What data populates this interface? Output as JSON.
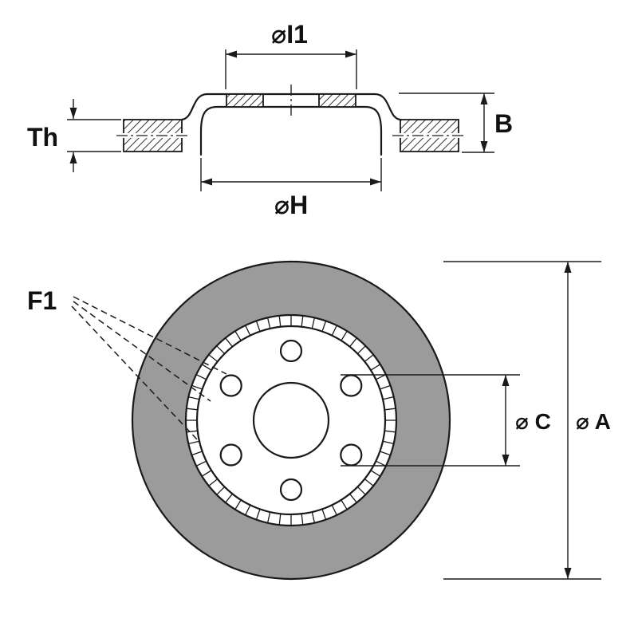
{
  "figure": {
    "type": "technical-drawing",
    "subject": "brake-disc",
    "colors": {
      "line": "#1a1a1a",
      "disc_fill": "#9b9b9b",
      "background": "#ffffff"
    },
    "cross_section": {
      "labels": {
        "inner_hat_diameter": "⌀I1",
        "thickness": "Th",
        "height": "B",
        "hat_diameter": "⌀H"
      }
    },
    "front_view": {
      "labels": {
        "fixing_holes": "F1",
        "bolt_circle_diameter": "⌀ C",
        "outer_diameter": "⌀ A"
      },
      "bolt_hole_count": 6
    }
  }
}
